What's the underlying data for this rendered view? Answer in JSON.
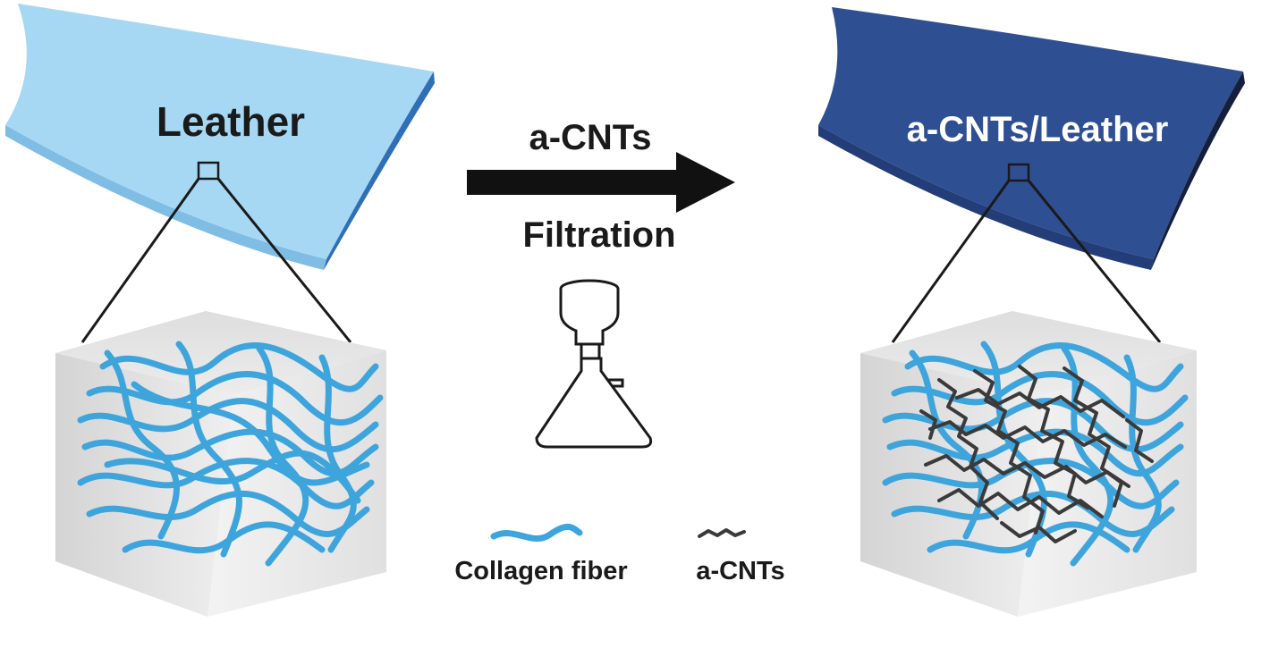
{
  "labels": {
    "leather": "Leather",
    "composite": "a-CNTs/Leather",
    "process_top": "a-CNTs",
    "process_bottom": "Filtration",
    "legend_collagen": "Collagen fiber",
    "legend_cnts": "a-CNTs"
  },
  "colors": {
    "leather_sheet": "#9fd3f1",
    "leather_sheet_edge": "#3b7fc4",
    "composite_sheet": "#2f4f93",
    "composite_sheet_edge": "#1a2f63",
    "collagen_fiber": "#3ea4dc",
    "cnt": "#3a3a3a",
    "cube_face": "#e9e9e9",
    "arrow": "#111111"
  },
  "icons": [
    "magnifier-box-icon",
    "filtration-flask-icon"
  ]
}
